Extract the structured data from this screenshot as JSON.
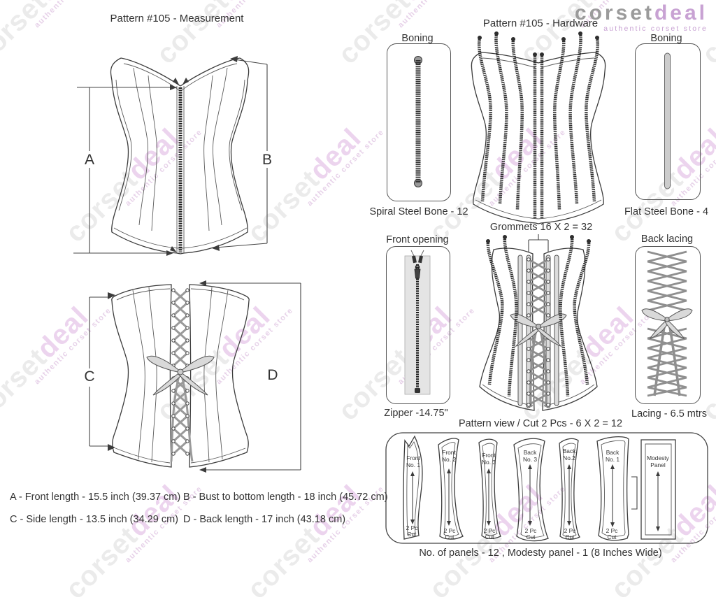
{
  "watermark": {
    "part1": "corset",
    "part2": "deal",
    "tagline": "authentic corset store"
  },
  "logo": {
    "part1": "corset",
    "part2": "deal",
    "tagline": "authentic corset store"
  },
  "measurement": {
    "title": "Pattern #105 -  Measurement",
    "label_a": "A",
    "label_b": "B",
    "label_c": "C",
    "label_d": "D",
    "notes": [
      "A - Front length - 15.5 inch (39.37 cm)",
      "B - Bust to bottom length - 18 inch (45.72 cm)",
      "C - Side length - 13.5 inch (34.29 cm)",
      "D - Back length - 17 inch (43.18 cm)"
    ]
  },
  "hardware": {
    "title": "Pattern #105 -  Hardware",
    "boning_left_title": "Boning",
    "boning_left_caption": "Spiral Steel Bone - 12",
    "boning_right_title": "Boning",
    "boning_right_caption": "Flat Steel Bone - 4",
    "grommets_caption": "Grommets 16 X 2 = 32",
    "front_opening_title": "Front opening",
    "zipper_caption": "Zipper -14.75\"",
    "back_lacing_title": "Back lacing",
    "lacing_caption": "Lacing - 6.5 mtrs"
  },
  "pattern_view": {
    "title": "Pattern view  /  Cut 2 Pcs - 6 X 2 = 12",
    "footer": "No. of panels - 12  , Modesty panel - 1 (8 Inches Wide)",
    "panels": [
      {
        "n1": "Front",
        "n2": "No. 1",
        "c1": "2 Pc",
        "c2": "Cut"
      },
      {
        "n1": "Front",
        "n2": "No. 2",
        "c1": "2 Pc",
        "c2": "Cut"
      },
      {
        "n1": "Front",
        "n2": "No. 3",
        "c1": "2 Pc",
        "c2": "Cut"
      },
      {
        "n1": "Back",
        "n2": "No. 3",
        "c1": "2 Pc",
        "c2": "Cut"
      },
      {
        "n1": "Back",
        "n2": "No.2",
        "c1": "2 Pc",
        "c2": "Cut"
      },
      {
        "n1": "Back",
        "n2": "No. 1",
        "c1": "2 Pc",
        "c2": "Cut"
      },
      {
        "n1": "Modesty",
        "n2": "Panel",
        "c1": "",
        "c2": ""
      }
    ]
  },
  "colors": {
    "brand_gray": "#9b9b9b",
    "brand_purple": "#c8a2d3",
    "line_art": "#3c3c3c"
  }
}
